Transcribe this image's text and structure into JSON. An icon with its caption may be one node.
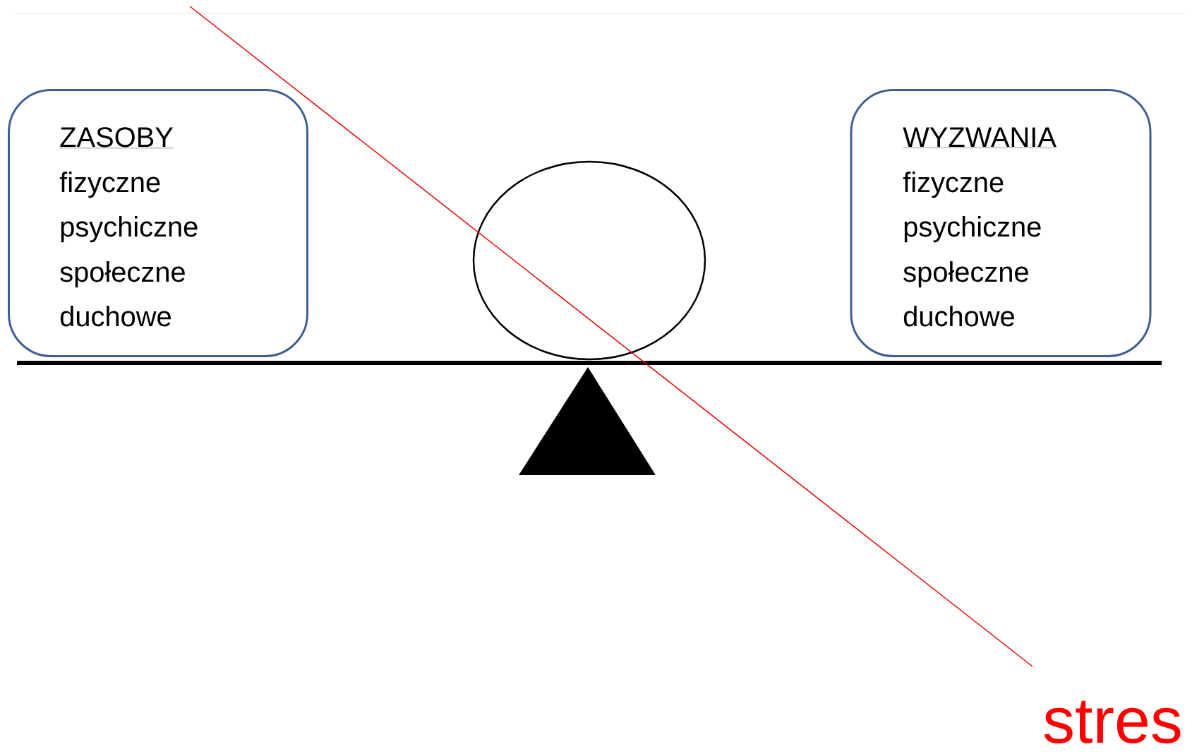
{
  "diagram": {
    "nodes": [
      {
        "text": [
          "ZASOBY",
          "fizyczne",
          "psychiczne",
          "społeczne",
          "duchowe"
        ]
      },
      {
        "text": [],
        "shape": "circle"
      },
      {
        "text": [
          "WYZWANIA",
          "fizyczne",
          "psychiczne",
          "społeczne",
          "duchowe"
        ]
      }
    ],
    "labels": [
      "stres"
    ]
  }
}
